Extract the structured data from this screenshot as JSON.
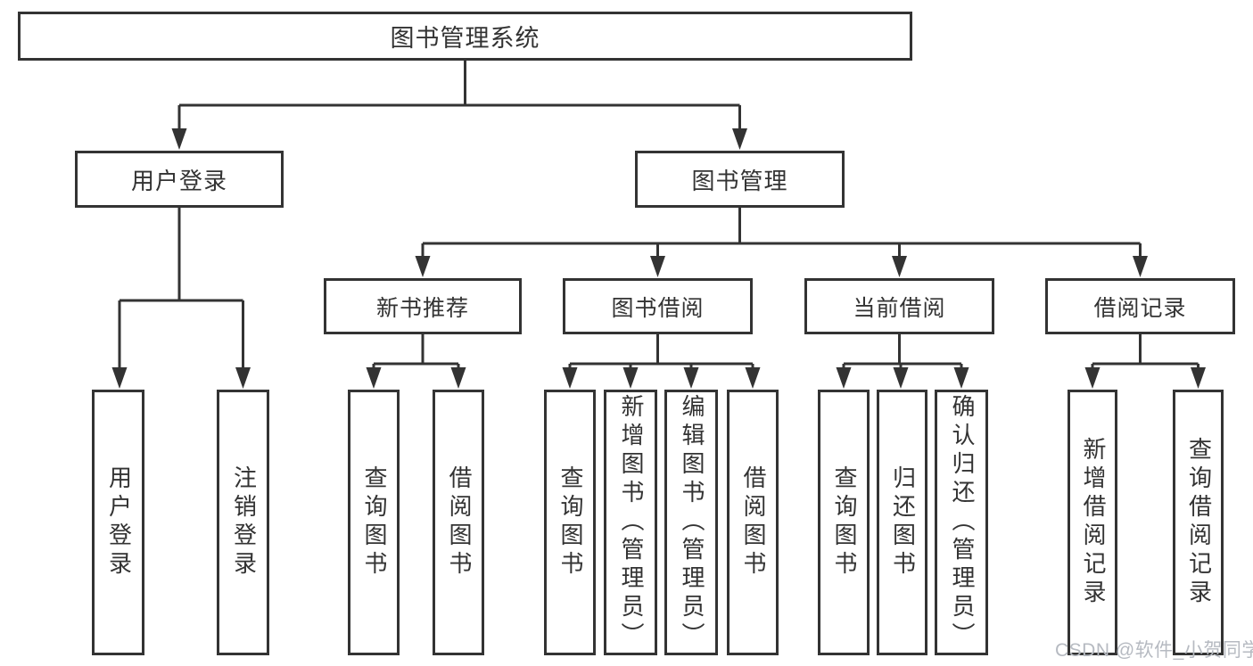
{
  "diagram": {
    "title": "图书管理系统",
    "root": {
      "label": "图书管理系统"
    },
    "branches": [
      {
        "label": "用户登录",
        "children": [
          {
            "label": "用户登录"
          },
          {
            "label": "注销登录"
          }
        ]
      },
      {
        "label": "图书管理",
        "children": [
          {
            "label": "新书推荐",
            "children": [
              {
                "label": "查询图书"
              },
              {
                "label": "借阅图书"
              }
            ]
          },
          {
            "label": "图书借阅",
            "children": [
              {
                "label": "查询图书"
              },
              {
                "label": "新增图书（管理员）"
              },
              {
                "label": "编辑图书（管理员）"
              },
              {
                "label": "借阅图书"
              }
            ]
          },
          {
            "label": "当前借阅",
            "children": [
              {
                "label": "查询图书"
              },
              {
                "label": "归还图书"
              },
              {
                "label": "确认归还（管理员）"
              }
            ]
          },
          {
            "label": "借阅记录",
            "children": [
              {
                "label": "新增借阅记录"
              },
              {
                "label": "查询借阅记录"
              }
            ]
          }
        ]
      }
    ]
  },
  "watermark": {
    "text": "CSDN @软件_小贺同学"
  },
  "colors": {
    "line": "#333333",
    "text": "#333333",
    "background": "#ffffff",
    "watermark": "#b6bac1"
  }
}
